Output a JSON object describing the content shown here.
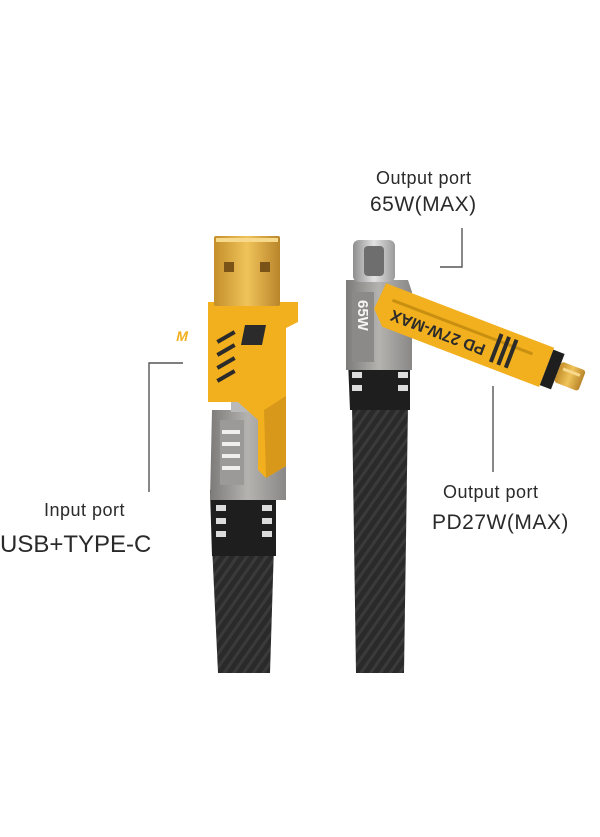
{
  "callouts": {
    "output_top": {
      "label": "Output port",
      "value": "65W(MAX)"
    },
    "input": {
      "label": "Input port",
      "value": "USB+TYPE-C"
    },
    "output_right": {
      "label": "Output port",
      "value": "PD27W(MAX)"
    }
  },
  "product_markings": {
    "left_logo": "M",
    "right_rating": "65W",
    "lightning_arm": "PD 27W-MAX"
  },
  "colors": {
    "accent_yellow": "#f2b01e",
    "housing_gray": "#9a9896",
    "cable_black": "#262626",
    "gold_contacts": "#d9a93c",
    "leader_line": "#555555"
  }
}
